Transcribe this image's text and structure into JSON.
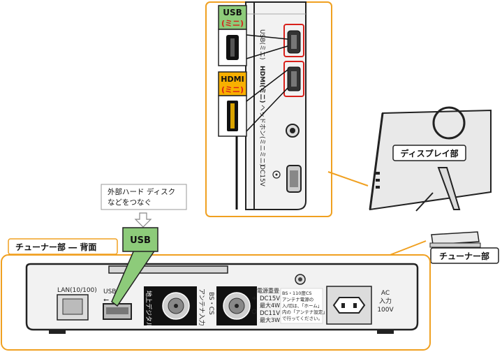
{
  "callouts": {
    "usb_mini_top_line1": "USB",
    "usb_mini_top_line2": "(ミニ)",
    "hdmi_mini_line1": "HDMI",
    "hdmi_mini_line2": "(ミニ)",
    "display_label": "ディスプレイ部",
    "tuner_label": "チューナー部",
    "tuner_back_label": "チューナー部 ― 背面",
    "usb_tuner_callout": "USB",
    "external_hdd_line1": "外部ハード ディスク",
    "external_hdd_line2": "などをつなぐ"
  },
  "display_port_texts": {
    "usb_mini_vertical": "USB(ミニ)",
    "hdmi_vertical": "HDMI(ミニ)",
    "headphone_vertical": "ヘッドホン(ミニミニ)",
    "dc15v_vertical": "DC15V"
  },
  "tuner_panel_texts": {
    "lan": "LAN(10/100)",
    "usb": "USB",
    "terrestrial_digital": "地上デジタル",
    "antenna_input": "アンテナ入力",
    "bs_cs": "BS・CS",
    "power_superimpose_title": "電源重畳",
    "dc15v": "DC15V",
    "max4w": "最大4W",
    "dc11v": "DC11V",
    "max3w": "最大3W",
    "note_line1": "BS・110度CS",
    "note_line2": "アンテナ電源の",
    "note_line3": "入/切は、「ホーム」",
    "note_line4": "内の「アンテナ設定」",
    "note_line5": "で行ってください。",
    "ac_line1": "AC",
    "ac_line2": "入力",
    "ac_line3": "100V"
  },
  "colors": {
    "callout_orange": "#f0a020",
    "usb_green": "#8dcb7a",
    "hdmi_orange": "#f8b000",
    "mini_red": "#d8201a",
    "label_fill": "#ffffff",
    "device_gray": "#e9e9e9"
  }
}
